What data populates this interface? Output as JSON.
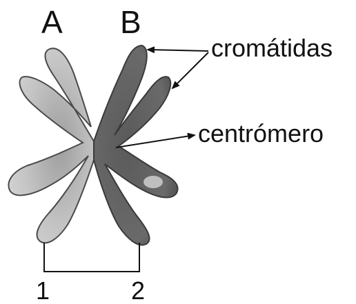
{
  "labels": {
    "chromosome_a": "A",
    "chromosome_b": "B",
    "chromatids": "cromátidas",
    "centromere": "centrómero",
    "end_1": "1",
    "end_2": "2"
  },
  "colors": {
    "chromosome_a_fill": "#c4c4c4",
    "chromosome_b_fill": "#5c5c5c",
    "outline": "#4a4a4a",
    "line": "#111111",
    "background": "#ffffff"
  }
}
